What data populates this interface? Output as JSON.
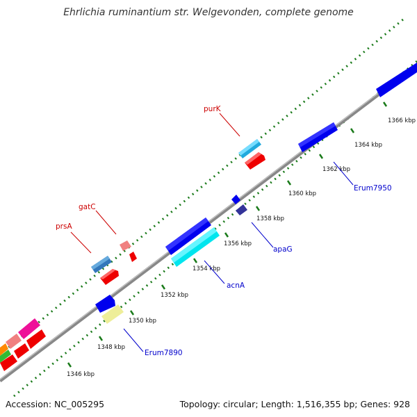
{
  "title": "Ehrlichia ruminantium str. Welgevonden, complete genome",
  "footer": {
    "accession": "Accession: NC_005295",
    "topology": "Topology: circular; Length: 1,516,355 bp; Genes: 928"
  },
  "colors": {
    "backbone": "#888888",
    "tick_marks": "#1a7a1a",
    "label_forward": "#cc0000",
    "label_reverse": "#0000cc"
  },
  "scale_labels": [
    "1346 kbp",
    "1348 kbp",
    "1350 kbp",
    "1352 kbp",
    "1354 kbp",
    "1356 kbp",
    "1358 kbp",
    "1360 kbp",
    "1362 kbp",
    "1364 kbp",
    "1366 kbp"
  ],
  "gene_labels": [
    {
      "name": "purK",
      "strand": "forward"
    },
    {
      "name": "gatC",
      "strand": "forward"
    },
    {
      "name": "prsA",
      "strand": "forward"
    },
    {
      "name": "Erum7950",
      "strand": "reverse"
    },
    {
      "name": "apaG",
      "strand": "reverse"
    },
    {
      "name": "acnA",
      "strand": "reverse"
    },
    {
      "name": "Erum7890",
      "strand": "reverse"
    }
  ]
}
